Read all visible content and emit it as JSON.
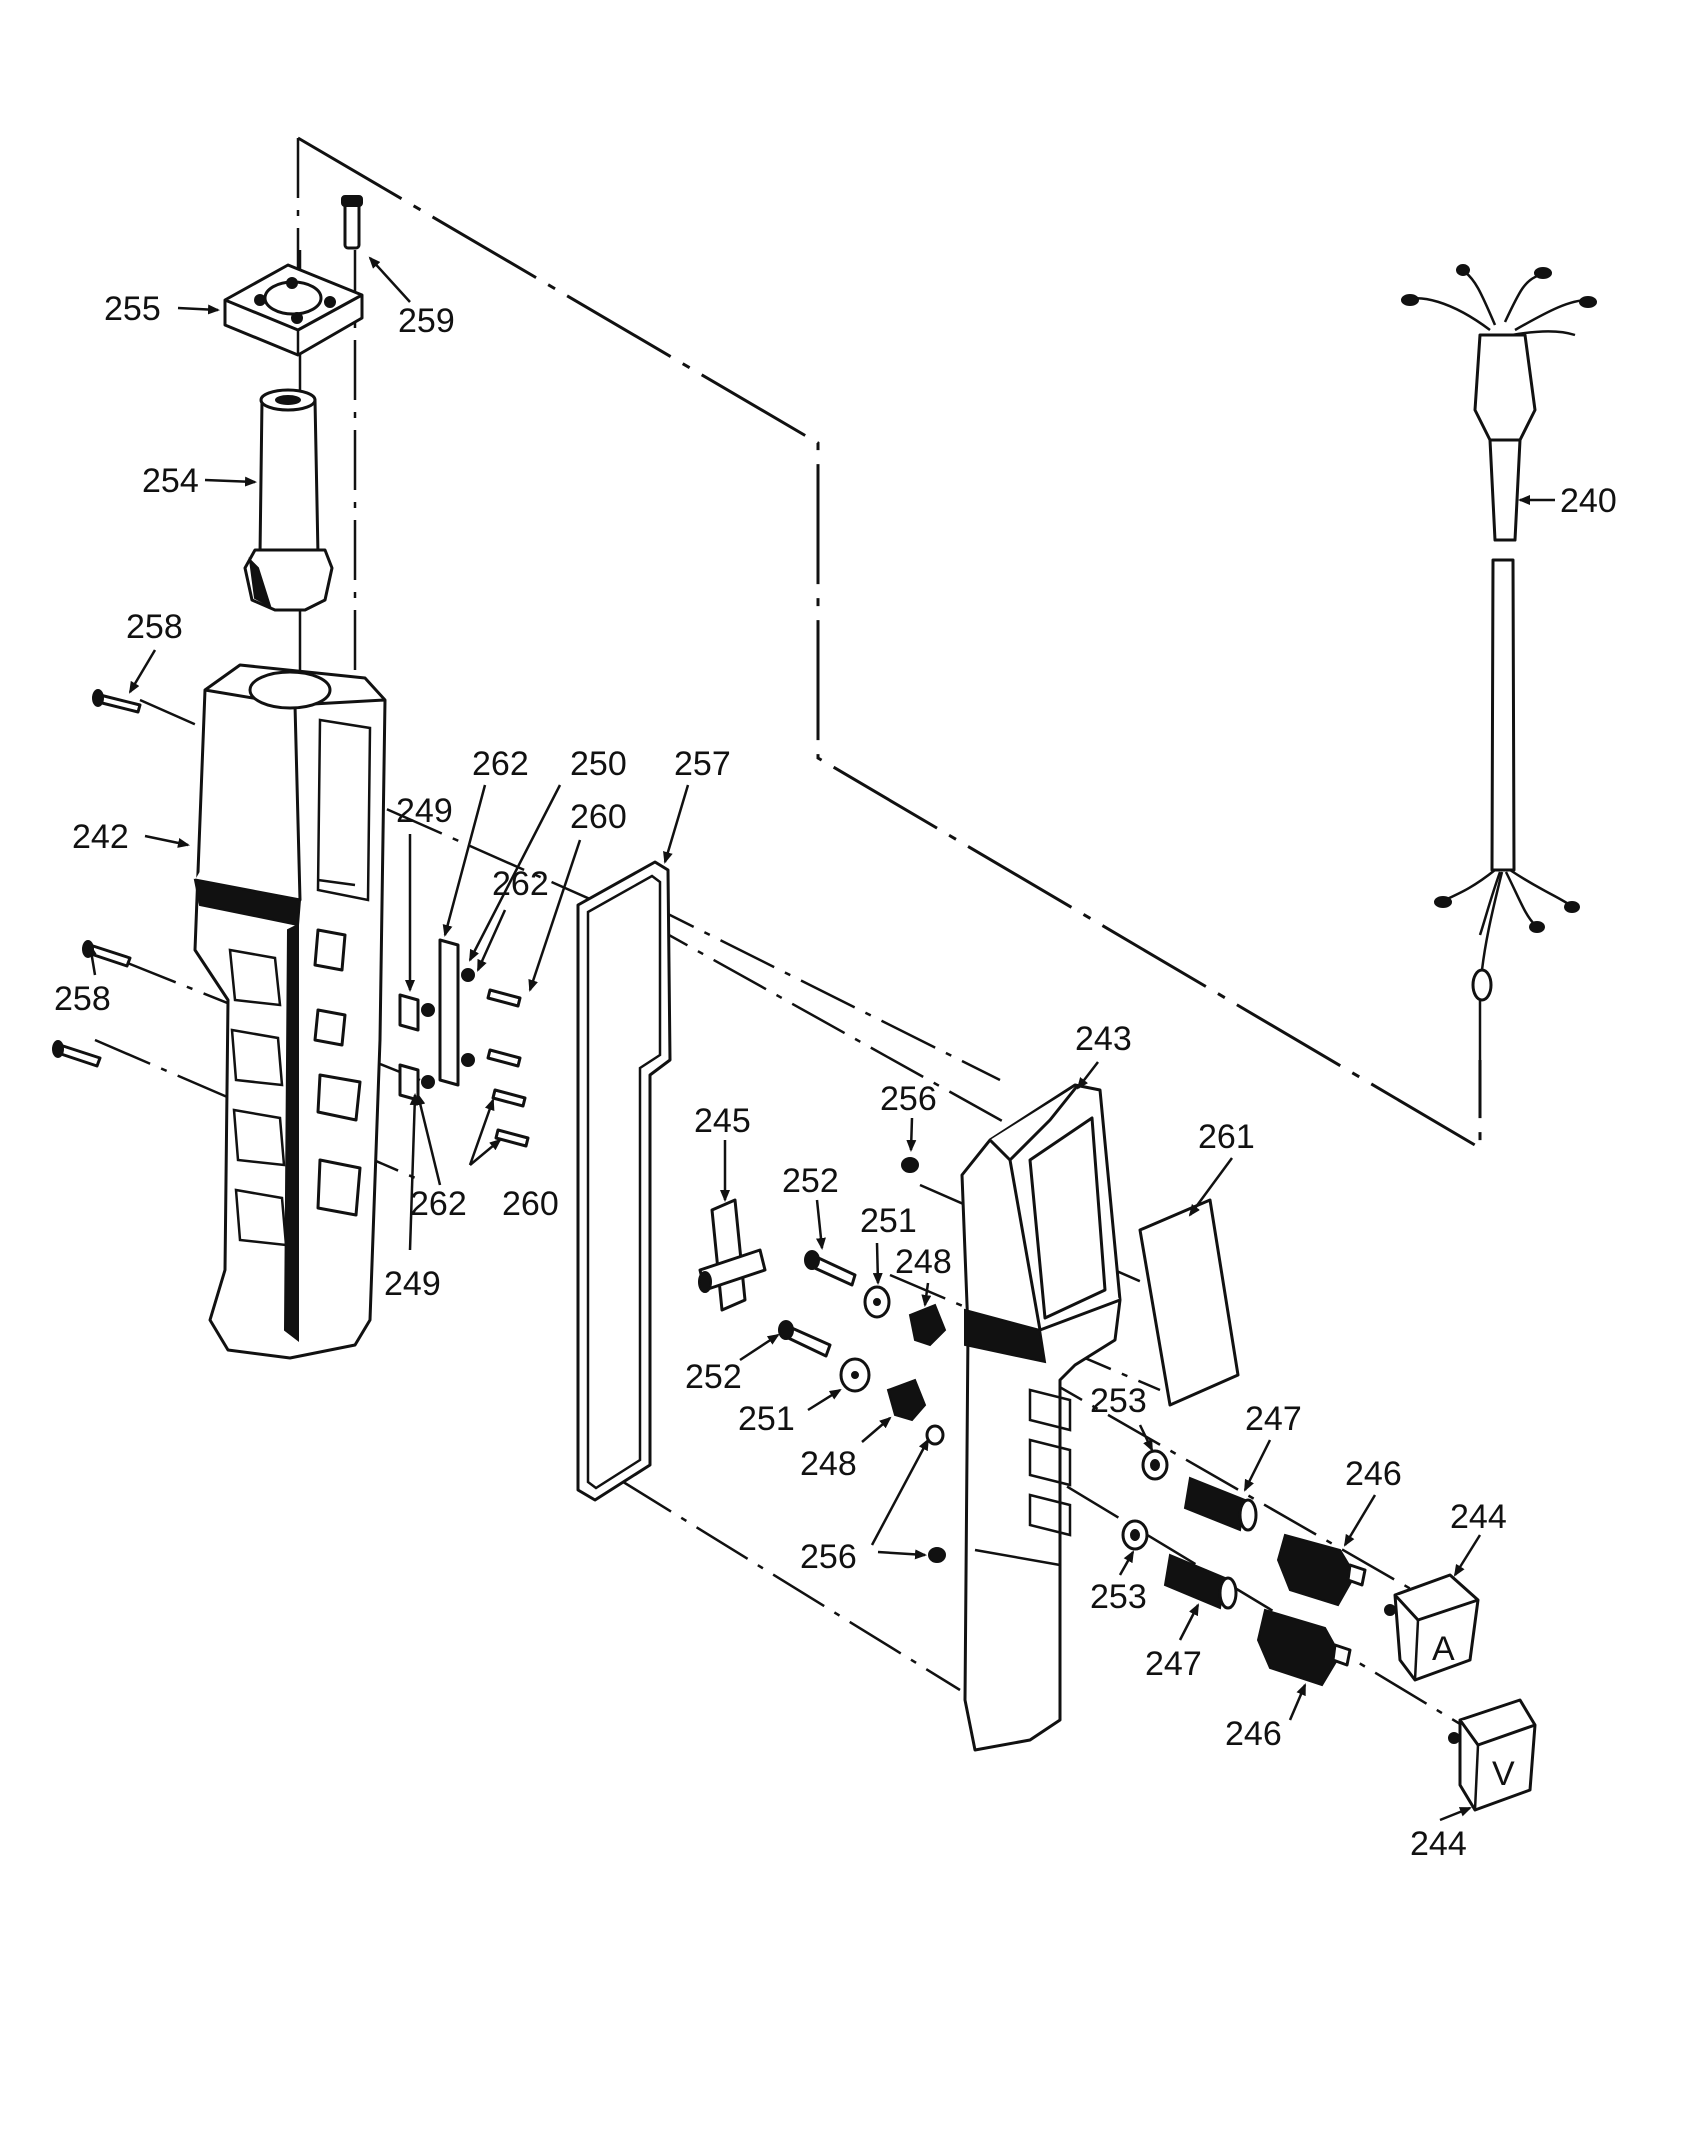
{
  "labels": {
    "l255": "255",
    "l259": "259",
    "l254": "254",
    "l258a": "258",
    "l242": "242",
    "l258b": "258",
    "l249a": "249",
    "l262a": "262",
    "l250": "250",
    "l260a": "260",
    "l262b": "262",
    "l257": "257",
    "l262c": "262",
    "l260b": "260",
    "l249b": "249",
    "l240": "240",
    "l243": "243",
    "l256a": "256",
    "l261": "261",
    "l245": "245",
    "l252a": "252",
    "l251a": "251",
    "l248a": "248",
    "l252b": "252",
    "l251b": "251",
    "l248b": "248",
    "l253a": "253",
    "l247a": "247",
    "l246a": "246",
    "l244a": "244",
    "l256b": "256",
    "l253b": "253",
    "l247b": "247",
    "l246b": "246",
    "l244b": "244"
  },
  "button_glyphs": {
    "up": "A",
    "down": "V"
  },
  "colors": {
    "ink": "#111111",
    "paper": "#ffffff"
  }
}
